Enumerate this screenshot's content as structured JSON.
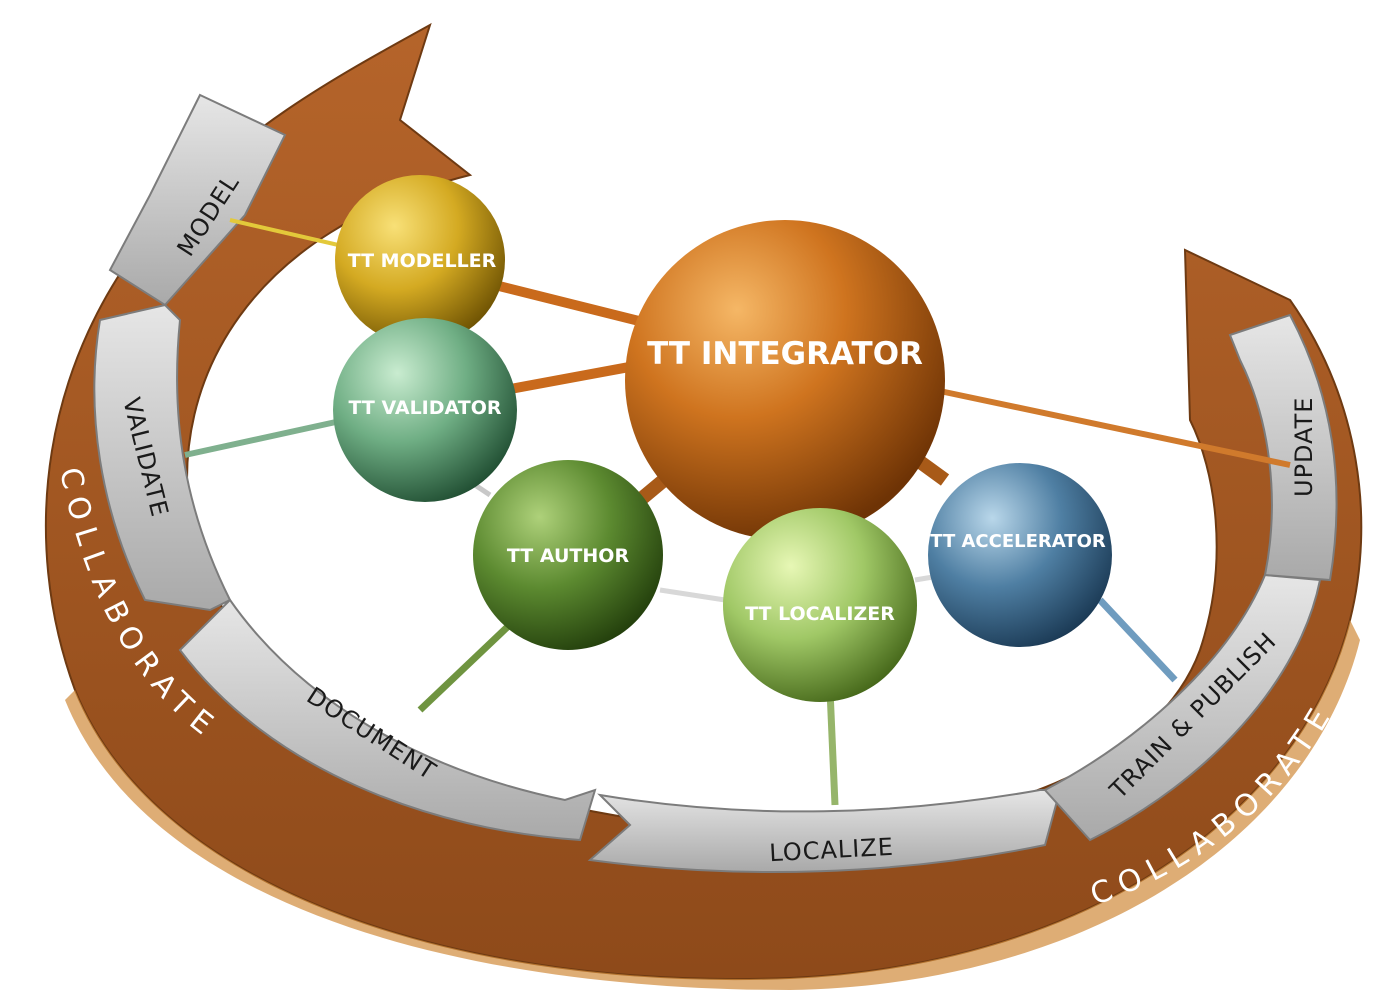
{
  "stages": [
    {
      "id": "model",
      "label": "MODEL"
    },
    {
      "id": "validate",
      "label": "VALIDATE"
    },
    {
      "id": "document",
      "label": "DOCUMENT"
    },
    {
      "id": "localize",
      "label": "LOCALIZE"
    },
    {
      "id": "train-publish",
      "label": "TRAIN & PUBLISH"
    },
    {
      "id": "update",
      "label": "UPDATE"
    }
  ],
  "collaborate": [
    "COLLABORATE",
    "COLLABORATE"
  ],
  "nodes": [
    {
      "id": "integrator",
      "label": "TT INTEGRATOR",
      "color": "#c96a1c"
    },
    {
      "id": "modeller",
      "label": "TT MODELLER",
      "color": "#d4aa22"
    },
    {
      "id": "validator",
      "label": "TT VALIDATOR",
      "color": "#6fae84"
    },
    {
      "id": "author",
      "label": "TT AUTHOR",
      "color": "#5c8a30"
    },
    {
      "id": "localizer",
      "label": "TT LOCALIZER",
      "color": "#9cc460"
    },
    {
      "id": "accelerator",
      "label": "TT ACCELERATOR",
      "color": "#4f7fa3"
    }
  ],
  "colors": {
    "ring": "#a45a22",
    "ring_light": "#c8752e",
    "arrow_fill": "#c9c9c9",
    "arrow_edge": "#7c7c7c"
  }
}
